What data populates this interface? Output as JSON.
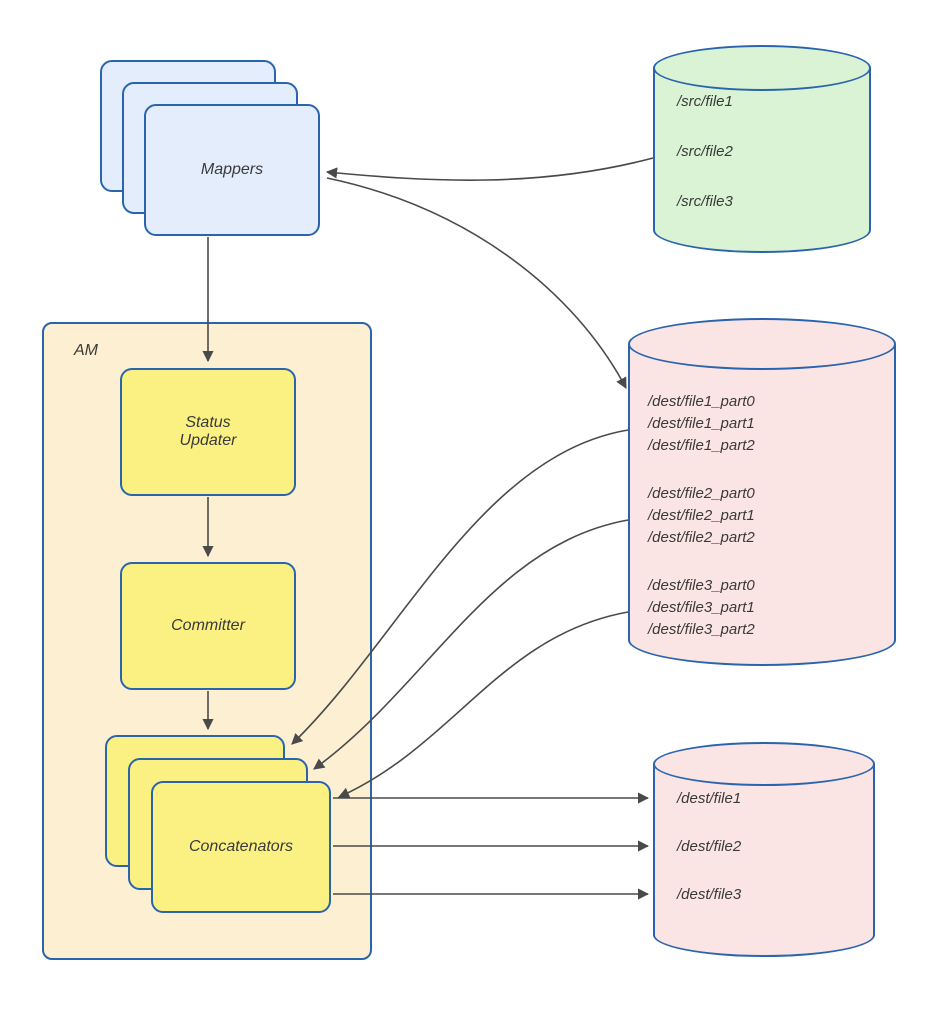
{
  "diagram": {
    "mappers": {
      "label": "Mappers"
    },
    "am": {
      "label": "AM",
      "status_updater": {
        "label": "Status Updater"
      },
      "committer": {
        "label": "Committer"
      },
      "concatenators": {
        "label": "Concatenators"
      }
    },
    "src_store": {
      "files": [
        "/src/file1",
        "/src/file2",
        "/src/file3"
      ]
    },
    "parts_store": {
      "files": [
        "/dest/file1_part0",
        "/dest/file1_part1",
        "/dest/file1_part2",
        "/dest/file2_part0",
        "/dest/file2_part1",
        "/dest/file2_part2",
        "/dest/file3_part0",
        "/dest/file3_part1",
        "/dest/file3_part2"
      ]
    },
    "dest_store": {
      "files": [
        "/dest/file1",
        "/dest/file2",
        "/dest/file3"
      ]
    }
  },
  "colors": {
    "stroke_blue": "#2a64ad",
    "card_blue": "#e3edfb",
    "node_yellow": "#fbf183",
    "container_orange": "#fcefd2",
    "cyl_green": "#d9f3d4",
    "cyl_pink": "#fbe4e4",
    "arrow": "#4a4a4a",
    "text": "#3a3a3a"
  }
}
